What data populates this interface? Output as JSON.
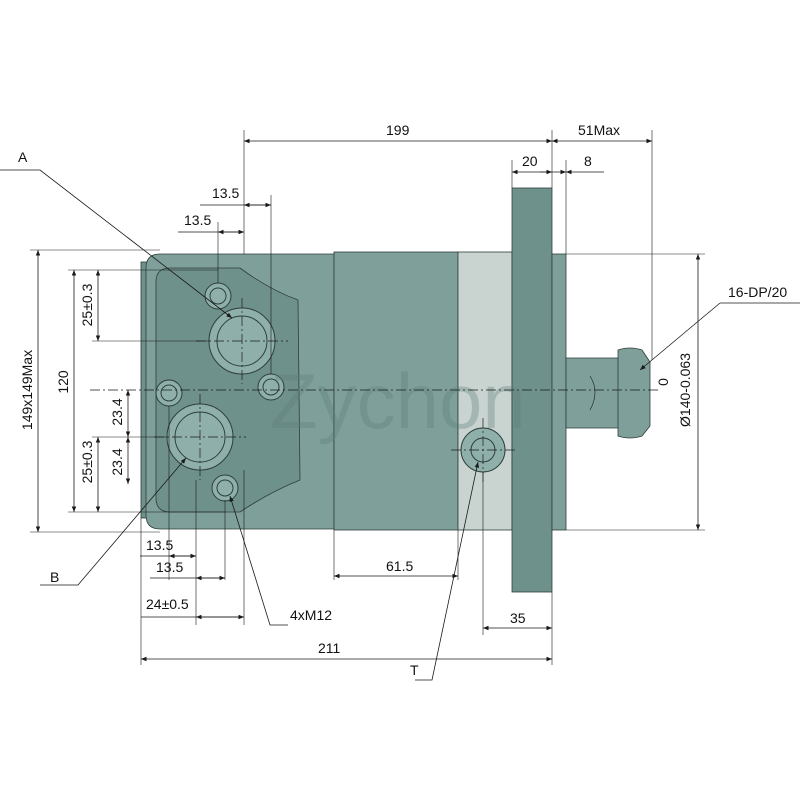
{
  "watermark": "Zychon",
  "labels": {
    "dim_199": "199",
    "dim_51max": "51Max",
    "dim_20": "20",
    "dim_8": "8",
    "dim_13_5_top_a": "13.5",
    "dim_13_5_top_b": "13.5",
    "port_a": "A",
    "port_b": "B",
    "port_t": "T",
    "spline": "16-DP/20",
    "dim_149": "149x149Max",
    "dim_120": "120",
    "dim_25_top": "25±0.3",
    "dim_23_4_top": "23.4",
    "dim_25_bottom": "25±0.3",
    "dim_23_4_bottom": "23.4",
    "dim_diameter": "Ø140-0.063",
    "dim_diameter_tol": "0",
    "dim_13_5_bottom_a": "13.5",
    "dim_13_5_bottom_b": "13.5",
    "dim_24": "24±0.5",
    "dim_61_5": "61.5",
    "thread": "4xM12",
    "dim_35": "35",
    "dim_211": "211"
  },
  "colors": {
    "body": "#7fa09a",
    "ring": "#c9d4d1",
    "flange": "#6f918b"
  }
}
